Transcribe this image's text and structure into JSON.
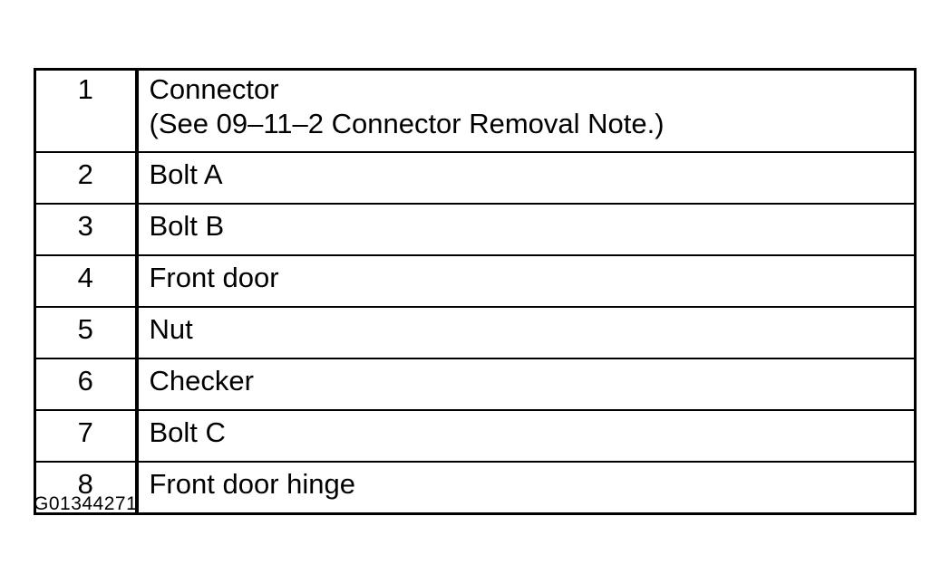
{
  "parts_table": {
    "rows": [
      {
        "num": "1",
        "lines": [
          "Connector",
          "(See 09–11–2 Connector Removal Note.)"
        ]
      },
      {
        "num": "2",
        "lines": [
          "Bolt A"
        ]
      },
      {
        "num": "3",
        "lines": [
          "Bolt B"
        ]
      },
      {
        "num": "4",
        "lines": [
          "Front door"
        ]
      },
      {
        "num": "5",
        "lines": [
          "Nut"
        ]
      },
      {
        "num": "6",
        "lines": [
          "Checker"
        ]
      },
      {
        "num": "7",
        "lines": [
          "Bolt C"
        ]
      },
      {
        "num": "8",
        "lines": [
          "Front door hinge"
        ]
      }
    ]
  },
  "figure_code": "G01344271"
}
